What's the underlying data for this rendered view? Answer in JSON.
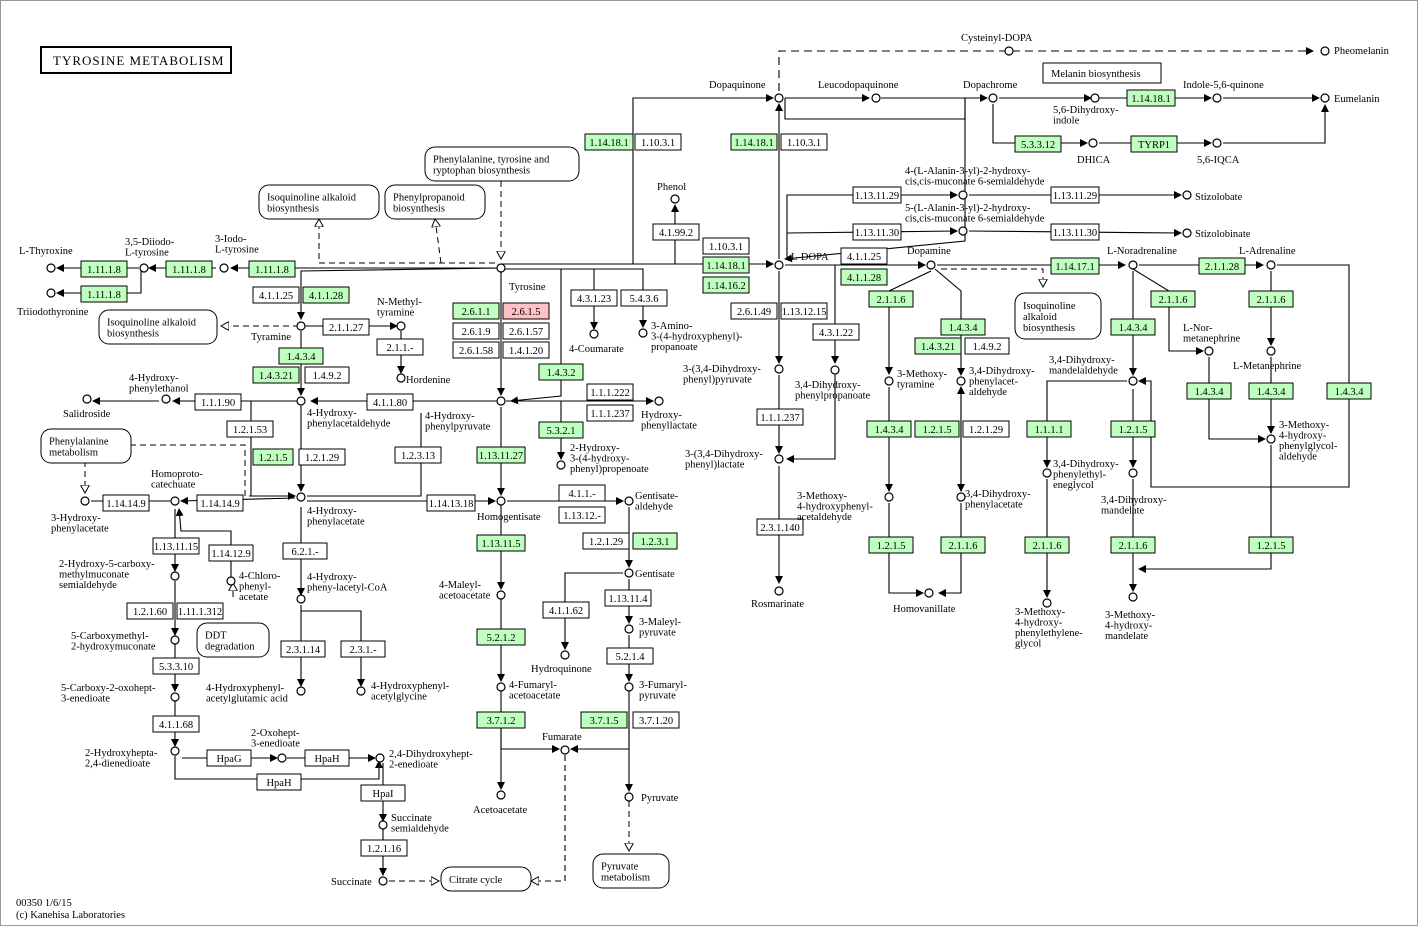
{
  "title": "TYROSINE METABOLISM",
  "footer": {
    "code": "00350 1/6/15",
    "credit": "(c) Kanehisa Laboratories"
  },
  "colors": {
    "gene_present": "#bfffbf",
    "gene_highlight": "#ffc0c6",
    "gene_absent": "#ffffff"
  },
  "maps": {
    "phe_tyr_trp": [
      "Phenylalanine, tyrosine and",
      "ryptophan biosynthesis"
    ],
    "isoquinoline1": [
      "Isoquinoline alkaloid",
      "biosynthesis"
    ],
    "phenylpropanoid": [
      "Phenylpropanoid",
      "biosynthesis"
    ],
    "isoquinoline2": [
      "Isoquinoline alkaloid",
      "biosynthesis"
    ],
    "phenylalanine": [
      "Phenylalanine",
      "metabolism"
    ],
    "ddt": [
      "DDT",
      "degradation"
    ],
    "melanin": [
      "Melanin biosynthesis"
    ],
    "isoquinoline3": [
      "Isoquinoline",
      "alkaloid",
      "biosynthesis"
    ],
    "citrate": [
      "Citrate cycle"
    ],
    "pyruvate": [
      "Pyruvate",
      "metabolism"
    ]
  },
  "enzymes": {
    "e1": "1.11.1.8",
    "e2": "1.11.1.8",
    "e3": "1.11.1.8",
    "e4": "1.11.1.8",
    "e5": "4.1.1.25",
    "e6": "4.1.1.28",
    "e7": "2.1.1.27",
    "e8": "2.1.1.-",
    "e9": "1.4.3.4",
    "e10": "1.4.3.21",
    "e11": "1.4.9.2",
    "e12": "1.1.1.90",
    "e13": "4.1.1.80",
    "e14": "1.2.1.53",
    "e15": "1.2.1.5",
    "e16": "1.2.1.29",
    "e17": "1.2.3.13",
    "e18": "2.6.1.1",
    "e19": "2.6.1.5",
    "e20": "2.6.1.9",
    "e21": "2.6.1.57",
    "e22": "2.6.1.58",
    "e23": "1.4.1.20",
    "e24": "4.3.1.23",
    "e25": "5.4.3.6",
    "e26": "1.4.3.2",
    "e27": "1.1.1.222",
    "e28": "1.1.1.237",
    "e29": "5.3.2.1",
    "e30": "1.13.11.27",
    "e31": "1.14.14.9",
    "e32": "1.14.14.9",
    "e33": "1.14.13.18",
    "e34": "6.2.1.-",
    "e35": "2.3.1.14",
    "e36": "2.3.1.-",
    "e37": "1.13.11.15",
    "e38": "1.14.12.9",
    "e39": "1.2.1.60",
    "e40": "1.11.1.312",
    "e41": "5.3.3.10",
    "e42": "4.1.1.68",
    "e43": "HpaG",
    "e44": "HpaH",
    "e45": "HpaH",
    "e46": "HpaI",
    "e47": "1.2.1.16",
    "e48": "1.13.11.5",
    "e49": "4.1.1.-",
    "e50": "1.13.12.-",
    "e51": "1.2.1.29",
    "e52": "1.2.3.1",
    "e53": "4.1.1.62",
    "e54": "1.13.11.4",
    "e55": "5.2.1.2",
    "e56": "5.2.1.4",
    "e57": "3.7.1.2",
    "e58": "3.7.1.5",
    "e59": "3.7.1.20",
    "e60": "1.14.18.1",
    "e61": "1.10.3.1",
    "e62": "4.1.99.2",
    "e63": "1.10.3.1",
    "e64": "1.14.18.1",
    "e65": "1.14.16.2",
    "e66": "1.14.18.1",
    "e67": "1.10.3.1",
    "e68": "1.14.18.1",
    "e69": "5.3.3.12",
    "e70": "TYRP1",
    "e71": "1.13.11.29",
    "e72": "1.13.11.29",
    "e73": "1.13.11.30",
    "e74": "1.13.11.30",
    "e75": "2.6.1.49",
    "e76": "1.13.12.15",
    "e77": "4.3.1.22",
    "e78": "1.1.1.237",
    "e79": "2.3.1.140",
    "e80": "4.1.1.25",
    "e81": "4.1.1.28",
    "e82": "2.1.1.6",
    "e83": "1.4.3.4",
    "e84": "1.4.3.21",
    "e85": "1.4.9.2",
    "e86": "1.4.3.4",
    "e87": "1.2.1.5",
    "e88": "1.2.1.29",
    "e89": "1.2.1.5",
    "e90": "2.1.1.6",
    "e91": "1.14.17.1",
    "e92": "2.1.1.28",
    "e93": "2.1.1.6",
    "e94": "2.1.1.6",
    "e95": "1.4.3.4",
    "e96": "1.4.3.4",
    "e97": "1.4.3.4",
    "e98": "1.4.3.4",
    "e99": "1.1.1.1",
    "e100": "1.2.1.5",
    "e101": "2.1.1.6",
    "e102": "2.1.1.6",
    "e103": "1.2.1.5"
  },
  "compounds": {
    "tyrosine": [
      "Tyrosine"
    ],
    "l_thyroxine": [
      "L-Thyroxine"
    ],
    "diiodo": [
      "3,5-Diiodo-",
      "L-tyrosine"
    ],
    "iodo": [
      "3-Iodo-",
      "L-tyrosine"
    ],
    "triiodo": [
      "Triiodothyronine"
    ],
    "nmethyltyramine": [
      "N-Methyl-",
      "tyramine"
    ],
    "tyramine": [
      "Tyramine"
    ],
    "hordenine": [
      "Hordenine"
    ],
    "hpethanol": [
      "4-Hydroxy-",
      "phenylethanol"
    ],
    "salidroside": [
      "Salidroside"
    ],
    "hpacetaldehyde": [
      "4-Hydroxy-",
      "phenylacetaldehyde"
    ],
    "hppyruvate": [
      "4-Hydroxy-",
      "phenylpyruvate"
    ],
    "hplactate": [
      "Hydroxy-",
      "phenyllactate"
    ],
    "hhpp": [
      "2-Hydroxy-",
      "3-(4-hydroxy-",
      "phenyl)propenoate"
    ],
    "coumarate": [
      "4-Coumarate"
    ],
    "amino_hpp": [
      "3-Amino-",
      "3-(4-hydroxyphenyl)-",
      "propanoate"
    ],
    "phenol": [
      "Phenol"
    ],
    "homoprotocatechuate": [
      "Homoproto-",
      "catechuate"
    ],
    "hphenylacetate3": [
      "3-Hydroxy-",
      "phenylacetate"
    ],
    "hpacetate": [
      "4-Hydroxy-",
      "phenylacetate"
    ],
    "homogentisate": [
      "Homogentisate"
    ],
    "gentisate_ald": [
      "Gentisate-",
      "aldehyde"
    ],
    "gentisate": [
      "Gentisate"
    ],
    "hydroquinone": [
      "Hydroquinone"
    ],
    "maleylpyruvate": [
      "3-Maleyl-",
      "pyruvate"
    ],
    "fumarylpyruvate": [
      "3-Fumaryl-",
      "pyruvate"
    ],
    "pyruvate": [
      "Pyruvate"
    ],
    "maleylacetoacetate": [
      "4-Maleyl-",
      "acetoacetate"
    ],
    "fumarylacetoacetate": [
      "4-Fumaryl-",
      "acetoacetate"
    ],
    "fumarate": [
      "Fumarate"
    ],
    "acetoacetate": [
      "Acetoacetate"
    ],
    "hp_acetylcoa": [
      "4-Hydroxyphenyl-",
      "acetylglutamic acid"
    ],
    "hpa_coa": [
      "4-Hydroxy-",
      "pheny-lacetyl-CoA"
    ],
    "hp_acetylglycine": [
      "4-Hydroxyphenyl-",
      "acetylglycine"
    ],
    "hcmsa": [
      "2-Hydroxy-5-carboxy-",
      "methylmuconate",
      "semialdehyde"
    ],
    "chlorophenylacetate": [
      "4-Chloro-",
      "phenyl-",
      "acetate"
    ],
    "cmhm": [
      "5-Carboxymethyl-",
      "2-hydroxymuconate"
    ],
    "coxohept": [
      "5-Carboxy-2-oxohept-",
      "3-enedioate"
    ],
    "hhdd": [
      "2-Hydroxyhepta-",
      "2,4-dienedioate"
    ],
    "oxohept": [
      "2-Oxohept-",
      "3-enedioate"
    ],
    "dhhed": [
      "2,4-Dihydroxyhept-",
      "2-enedioate"
    ],
    "succ_semi": [
      "Succinate",
      "semialdehyde"
    ],
    "succinate": [
      "Succinate"
    ],
    "dopaquinone": [
      "Dopaquinone"
    ],
    "leucodopaquinone": [
      "Leucodopaquinone"
    ],
    "dopachrome": [
      "Dopachrome"
    ],
    "cysteinyldopa": [
      "Cysteinyl-DOPA"
    ],
    "pheomelanin": [
      "Pheomelanin"
    ],
    "eumelanin": [
      "Eumelanin"
    ],
    "indolequinone": [
      "Indole-5,6-quinone"
    ],
    "dhi": [
      "5,6-Dihydroxy-",
      "indole"
    ],
    "dhica": [
      "DHICA"
    ],
    "iqca": [
      "5,6-IQCA"
    ],
    "alanin4": [
      "4-(L-Alanin-3-yl)-2-hydroxy-",
      "cis,cis-muconate 6-semialdehyde"
    ],
    "alanin5": [
      "5-(L-Alanin-3-yl)-2-hydroxy-",
      "cis,cis-muconate 6-semialdehyde"
    ],
    "stizolobate": [
      "Stizolobate"
    ],
    "stizolobinate": [
      "Stizolobinate"
    ],
    "ldopa": [
      "L-DOPA"
    ],
    "dopamine": [
      "Dopamine"
    ],
    "noradrenaline": [
      "L-Noradrenaline"
    ],
    "adrenaline": [
      "L-Adrenaline"
    ],
    "dhpp": [
      "3-(3,4-Dihydroxy-",
      "phenyl)pyruvate"
    ],
    "dhppa": [
      "3,4-Dihydroxy-",
      "phenylpropanoate"
    ],
    "dhpl": [
      "3-(3,4-Dihydroxy-",
      "phenyl)lactate"
    ],
    "rosmarinate": [
      "Rosmarinate"
    ],
    "methoxytyramine": [
      "3-Methoxy-",
      "tyramine"
    ],
    "mhpa": [
      "3-Methoxy-",
      "4-hydroxyphenyl-",
      "acetaldehyde"
    ],
    "dhpaa": [
      "3,4-Dihydroxy-",
      "phenylacet-",
      "aldehyde"
    ],
    "dhpac": [
      "3,4-Dihydroxy-",
      "phenylacetate"
    ],
    "homovanillate": [
      "Homovanillate"
    ],
    "dhmandelald": [
      "3,4-Dihydroxy-",
      "mandelaldehyde"
    ],
    "dhpeg": [
      "3,4-Dihydroxy-",
      "phenylethyl-",
      "eneglycol"
    ],
    "dhmandelate": [
      "3,4-Dihydroxy-",
      "mandelate"
    ],
    "mhpeg": [
      "3-Methoxy-",
      "4-hydroxy-",
      "phenylethylene-",
      "glycol"
    ],
    "vma": [
      "3-Methoxy-",
      "4-hydroxy-",
      "mandelate"
    ],
    "normetanephrine": [
      "L-Nor-",
      "metanephrine"
    ],
    "metanephrine": [
      "L-Metanephrine"
    ],
    "mhpga": [
      "3-Methoxy-",
      "4-hydroxy-",
      "phenylglycol-",
      "aldehyde"
    ]
  }
}
